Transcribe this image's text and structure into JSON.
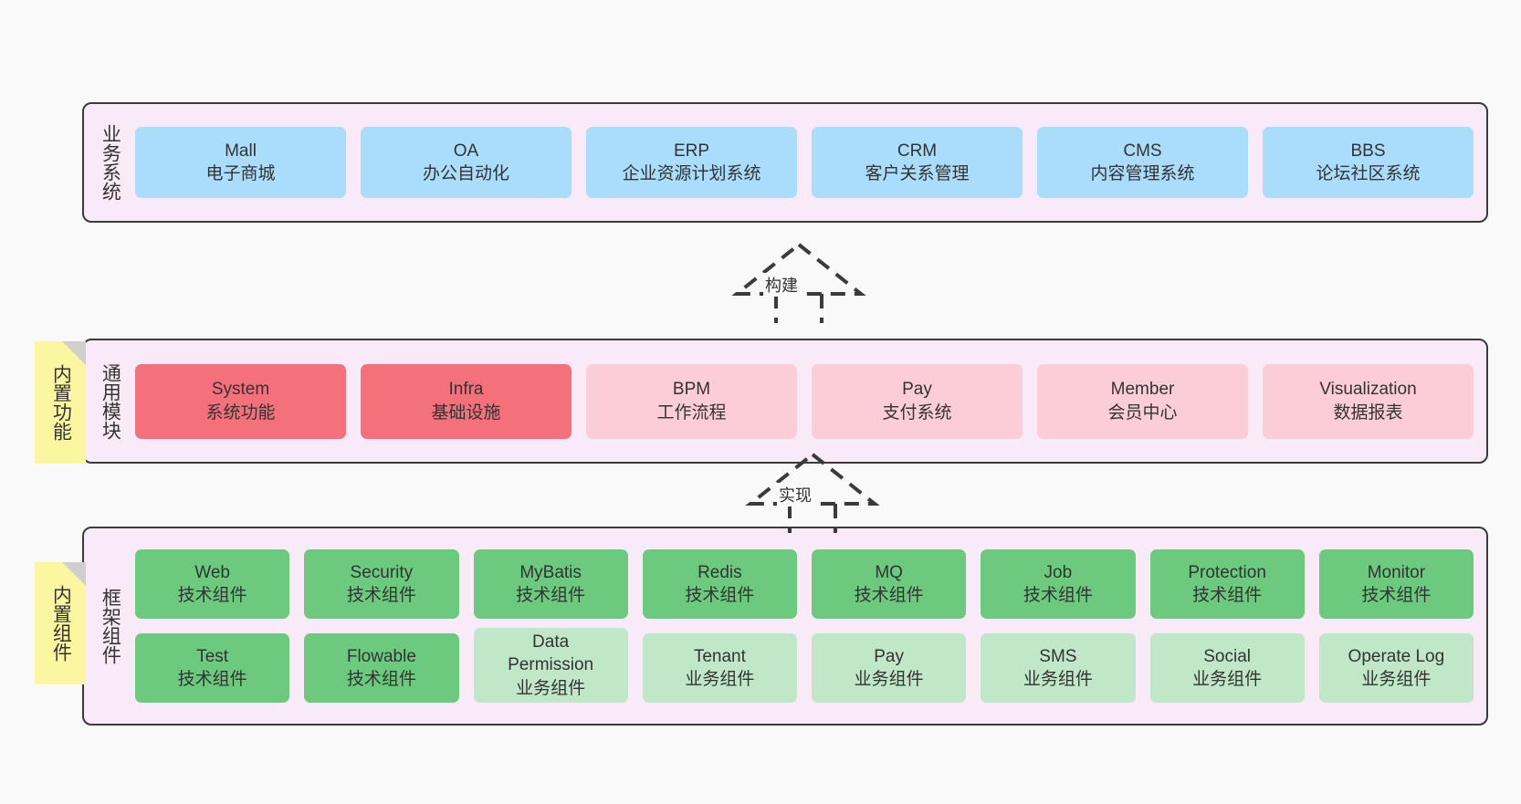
{
  "diagram": {
    "background_color": "#f9f9f9",
    "layer_fill": "#f8eaf6",
    "layer_border": "#3a3a3a",
    "note_color": "#fbf7a0",
    "colors": {
      "business": "#aadcfb",
      "module_core": "#f4707b",
      "module_optional": "#fbcdd6",
      "component_tech": "#6cca7e",
      "component_biz": "#c0e7c8"
    }
  },
  "layers": [
    {
      "id": "business-systems",
      "title": "业务系统",
      "rows": [
        [
          {
            "name": "Mall",
            "desc": "电子商城",
            "color": "blue"
          },
          {
            "name": "OA",
            "desc": "办公自动化",
            "color": "blue"
          },
          {
            "name": "ERP",
            "desc": "企业资源计划系统",
            "color": "blue"
          },
          {
            "name": "CRM",
            "desc": "客户关系管理",
            "color": "blue"
          },
          {
            "name": "CMS",
            "desc": "内容管理系统",
            "color": "blue"
          },
          {
            "name": "BBS",
            "desc": "论坛社区系统",
            "color": "blue"
          }
        ]
      ]
    },
    {
      "id": "common-modules",
      "title": "通用模块",
      "note": "内置功能",
      "rows": [
        [
          {
            "name": "System",
            "desc": "系统功能",
            "color": "red"
          },
          {
            "name": "Infra",
            "desc": "基础设施",
            "color": "red"
          },
          {
            "name": "BPM",
            "desc": "工作流程",
            "color": "pink"
          },
          {
            "name": "Pay",
            "desc": "支付系统",
            "color": "pink"
          },
          {
            "name": "Member",
            "desc": "会员中心",
            "color": "pink"
          },
          {
            "name": "Visualization",
            "desc": "数据报表",
            "color": "pink"
          }
        ]
      ]
    },
    {
      "id": "framework-components",
      "title": "框架组件",
      "note": "内置组件",
      "rows": [
        [
          {
            "name": "Web",
            "desc": "技术组件",
            "color": "green"
          },
          {
            "name": "Security",
            "desc": "技术组件",
            "color": "green"
          },
          {
            "name": "MyBatis",
            "desc": "技术组件",
            "color": "green"
          },
          {
            "name": "Redis",
            "desc": "技术组件",
            "color": "green"
          },
          {
            "name": "MQ",
            "desc": "技术组件",
            "color": "green"
          },
          {
            "name": "Job",
            "desc": "技术组件",
            "color": "green"
          },
          {
            "name": "Protection",
            "desc": "技术组件",
            "color": "green"
          },
          {
            "name": "Monitor",
            "desc": "技术组件",
            "color": "green"
          }
        ],
        [
          {
            "name": "Test",
            "desc": "技术组件",
            "color": "green"
          },
          {
            "name": "Flowable",
            "desc": "技术组件",
            "color": "green"
          },
          {
            "name": "Data",
            "name2": "Permission",
            "desc": "业务组件",
            "color": "greenlight"
          },
          {
            "name": "Tenant",
            "desc": "业务组件",
            "color": "greenlight"
          },
          {
            "name": "Pay",
            "desc": "业务组件",
            "color": "greenlight"
          },
          {
            "name": "SMS",
            "desc": "业务组件",
            "color": "greenlight"
          },
          {
            "name": "Social",
            "desc": "业务组件",
            "color": "greenlight"
          },
          {
            "name": "Operate Log",
            "desc": "业务组件",
            "color": "greenlight"
          }
        ]
      ]
    }
  ],
  "connectors": [
    {
      "id": "build",
      "label": "构建",
      "from": "common-modules",
      "to": "business-systems"
    },
    {
      "id": "implement",
      "label": "实现",
      "from": "framework-components",
      "to": "common-modules"
    }
  ]
}
